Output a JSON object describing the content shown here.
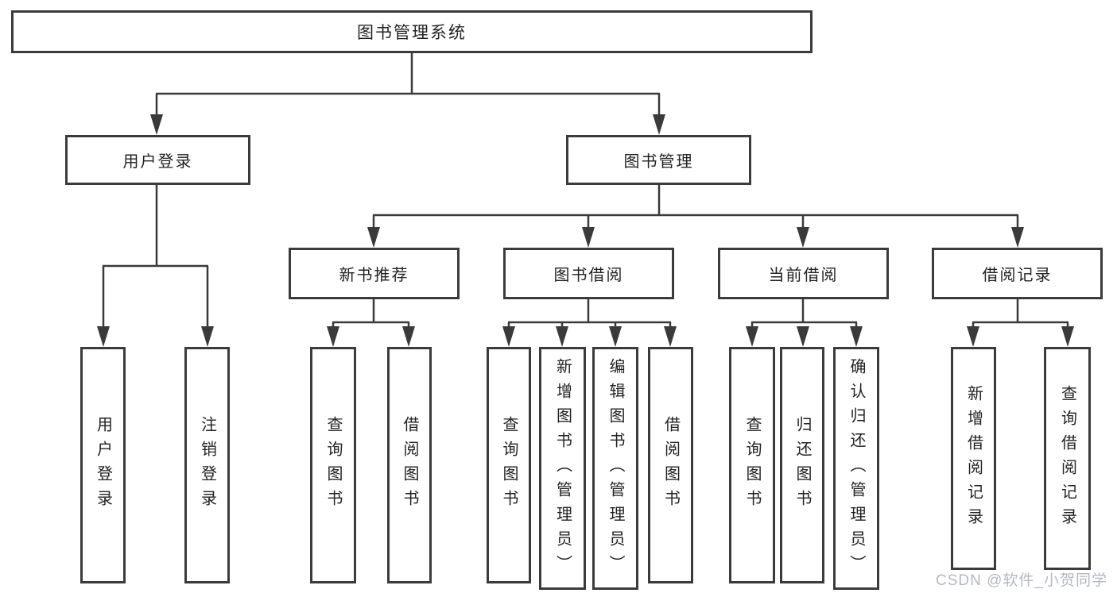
{
  "tree": {
    "label": "图书管理系统",
    "children": [
      {
        "label": "用户登录",
        "children": [
          {
            "label": "用户登录"
          },
          {
            "label": "注销登录"
          }
        ]
      },
      {
        "label": "图书管理",
        "children": [
          {
            "label": "新书推荐",
            "children": [
              {
                "label": "查询图书"
              },
              {
                "label": "借阅图书"
              }
            ]
          },
          {
            "label": "图书借阅",
            "children": [
              {
                "label": "查询图书"
              },
              {
                "label": "新增图书（管理员）"
              },
              {
                "label": "编辑图书（管理员）"
              },
              {
                "label": "借阅图书"
              }
            ]
          },
          {
            "label": "当前借阅",
            "children": [
              {
                "label": "查询图书"
              },
              {
                "label": "归还图书"
              },
              {
                "label": "确认归还（管理员）"
              }
            ]
          },
          {
            "label": "借阅记录",
            "children": [
              {
                "label": "新增借阅记录"
              },
              {
                "label": "查询借阅记录"
              }
            ]
          }
        ]
      }
    ]
  },
  "watermark": {
    "text": "CSDN @软件_小贺同学"
  },
  "colors": {
    "line": "#3a3a3a",
    "border": "#3b3b3b",
    "text": "#222222",
    "watermark": "#b4b8bf",
    "background": "#ffffff"
  }
}
